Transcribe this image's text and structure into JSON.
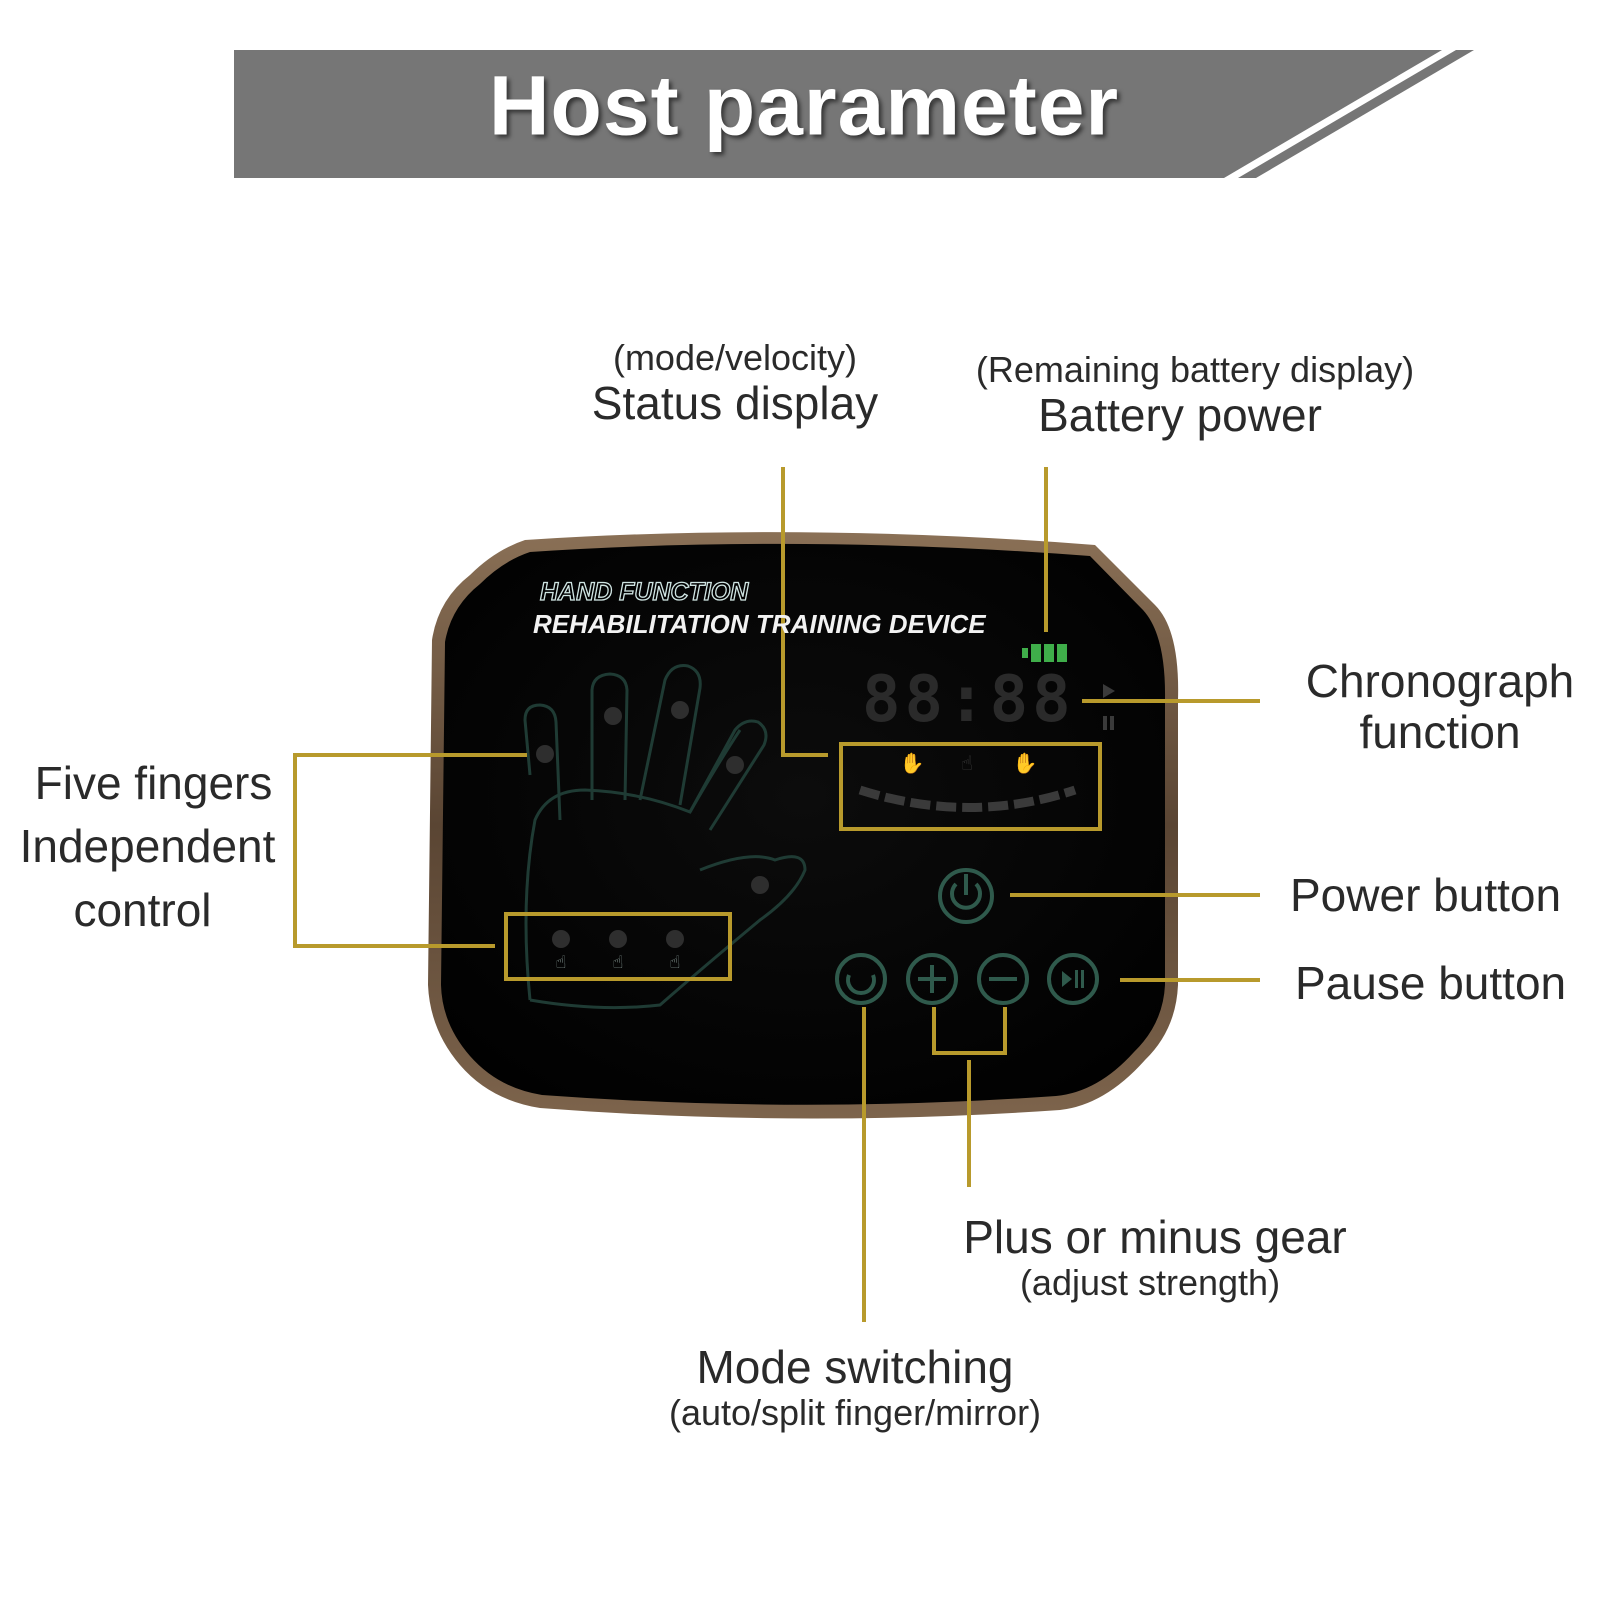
{
  "header": {
    "title": "Host parameter"
  },
  "device": {
    "brand_line_1": "HAND FUNCTION",
    "brand_line_2": "REHABILITATION TRAINING DEVICE",
    "timer_display": "88:88"
  },
  "callouts": {
    "status_display": {
      "sub": "(mode/velocity)",
      "main": "Status display"
    },
    "battery": {
      "sub": "(Remaining battery display)",
      "main": "Battery power"
    },
    "chronograph": {
      "line1": "Chronograph",
      "line2": "function"
    },
    "five_fingers": {
      "line1": "Five fingers",
      "line2": "Independent",
      "line3": "control"
    },
    "power_button": {
      "main": "Power button"
    },
    "pause_button": {
      "main": "Pause button"
    },
    "gear": {
      "main": "Plus or minus gear",
      "sub": "(adjust strength)"
    },
    "mode": {
      "main": "Mode switching",
      "sub": "(auto/split finger/mirror)"
    }
  },
  "colors": {
    "banner": "#767676",
    "leader": "#b89a2c",
    "device_body": "#050505",
    "device_rim": "#6b5541",
    "icon_green": "#2f5a4c",
    "battery_green": "#3fae4a"
  },
  "icons": [
    "power-icon",
    "mode-cycle-icon",
    "plus-icon",
    "minus-icon",
    "play-pause-icon",
    "battery-icon",
    "hand-outline-icon",
    "finger-icon"
  ]
}
